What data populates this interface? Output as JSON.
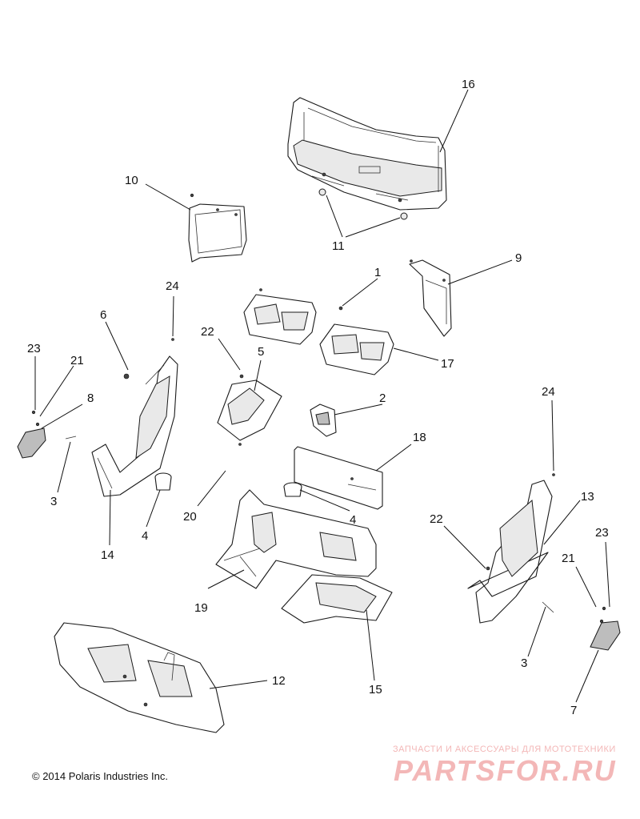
{
  "footer": {
    "copyright": "© 2014 Polaris Industries Inc."
  },
  "watermark": {
    "tagline": "ЗАПЧАСТИ И АКСЕССУАРЫ ДЛЯ МОТОТЕХНИКИ",
    "logo": "PARTSFOR.RU",
    "color": "#f3b7b7"
  },
  "callouts": {
    "c1": "1",
    "c2": "2",
    "c3a": "3",
    "c3b": "3",
    "c4a": "4",
    "c4b": "4",
    "c5": "5",
    "c6": "6",
    "c7": "7",
    "c8": "8",
    "c9": "9",
    "c10": "10",
    "c11": "11",
    "c12": "12",
    "c13": "13",
    "c14": "14",
    "c15": "15",
    "c16": "16",
    "c17": "17",
    "c18": "18",
    "c19": "19",
    "c20": "20",
    "c21a": "21",
    "c21b": "21",
    "c22a": "22",
    "c22b": "22",
    "c23a": "23",
    "c23b": "23",
    "c24a": "24",
    "c24b": "24"
  }
}
